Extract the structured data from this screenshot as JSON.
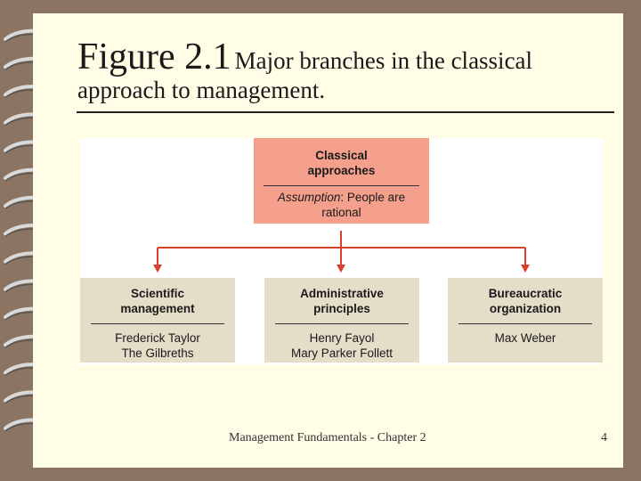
{
  "title": {
    "figure_label": "Figure 2.1",
    "text_part1": "Major branches in the classical",
    "text_part2": "approach to management."
  },
  "diagram": {
    "top": {
      "heading_line1": "Classical",
      "heading_line2": "approaches",
      "assumption_label": "Assumption",
      "assumption_text_line1": ": People are",
      "assumption_text_line2": "rational"
    },
    "branches": [
      {
        "heading_line1": "Scientific",
        "heading_line2": "management",
        "names": [
          "Frederick Taylor",
          "The Gilbreths"
        ]
      },
      {
        "heading_line1": "Administrative",
        "heading_line2": "principles",
        "names": [
          "Henry Fayol",
          "Mary Parker Follett"
        ]
      },
      {
        "heading_line1": "Bureaucratic",
        "heading_line2": "organization",
        "names": [
          "Max Weber"
        ]
      }
    ],
    "colors": {
      "top_box": "#f4a08c",
      "branch_box": "#e6ddc9",
      "arrow": "#d8412b"
    }
  },
  "footer": {
    "text": "Management Fundamentals - Chapter 2",
    "page_number": "4"
  }
}
